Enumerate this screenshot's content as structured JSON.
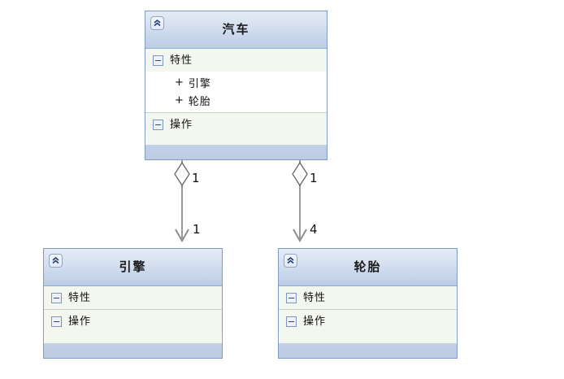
{
  "diagram": {
    "type": "uml-class-diagram",
    "background_color": "#ffffff",
    "classes": [
      {
        "id": "car",
        "name": "汽车",
        "collapse_icon": "double-chevron-up-icon",
        "compartments": [
          {
            "label": "特性",
            "expander_icon": "minus-box-icon",
            "members": [
              {
                "visibility": "+",
                "name": "引擎"
              },
              {
                "visibility": "+",
                "name": "轮胎"
              }
            ]
          },
          {
            "label": "操作",
            "expander_icon": "minus-box-icon",
            "members": []
          }
        ]
      },
      {
        "id": "engine",
        "name": "引擎",
        "collapse_icon": "double-chevron-up-icon",
        "compartments": [
          {
            "label": "特性",
            "expander_icon": "minus-box-icon",
            "members": []
          },
          {
            "label": "操作",
            "expander_icon": "minus-box-icon",
            "members": []
          }
        ]
      },
      {
        "id": "tire",
        "name": "轮胎",
        "collapse_icon": "double-chevron-up-icon",
        "compartments": [
          {
            "label": "特性",
            "expander_icon": "minus-box-icon",
            "members": []
          },
          {
            "label": "操作",
            "expander_icon": "minus-box-icon",
            "members": []
          }
        ]
      }
    ],
    "relationships": [
      {
        "id": "car-engine",
        "kind": "aggregation",
        "from": "汽车",
        "to": "引擎",
        "source_multiplicity": "1",
        "target_multiplicity": "1",
        "diamond": "hollow",
        "arrowhead": "open"
      },
      {
        "id": "car-tire",
        "kind": "aggregation",
        "from": "汽车",
        "to": "轮胎",
        "source_multiplicity": "1",
        "target_multiplicity": "4",
        "diamond": "hollow",
        "arrowhead": "open"
      }
    ],
    "colors": {
      "header_gradient_top": "#e4ebf6",
      "header_gradient_bottom": "#bccce4",
      "border": "#7d9cc4",
      "body": "#f4f7ef",
      "member_area": "#ffffff",
      "footer": "#c3d0e6",
      "connector": "#9a9a9a",
      "text": "#111111"
    }
  }
}
